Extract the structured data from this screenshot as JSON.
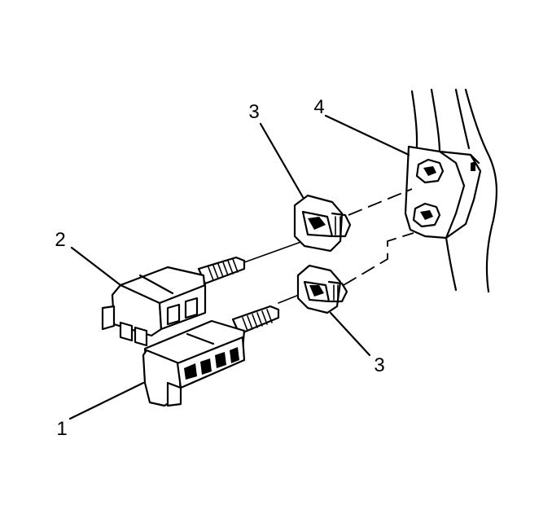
{
  "callouts": [
    {
      "id": "1",
      "text": "1"
    },
    {
      "id": "2",
      "text": "2"
    },
    {
      "id": "3a",
      "text": "3"
    },
    {
      "id": "3b",
      "text": "3"
    },
    {
      "id": "4",
      "text": "4"
    }
  ]
}
